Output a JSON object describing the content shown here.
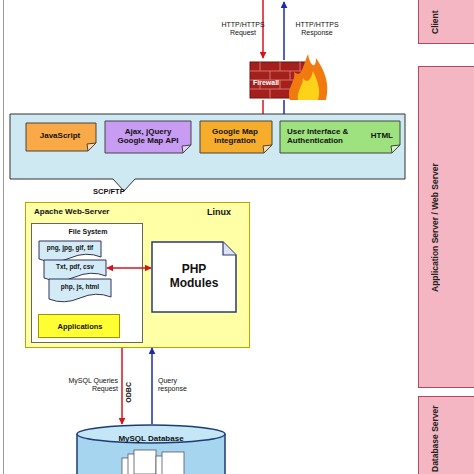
{
  "diagram": {
    "nodes": [
      {
        "text": [
          "Client"
        ]
      },
      {
        "text": [
          "Application Server / Web Server"
        ]
      },
      {
        "text": [
          "Database Server"
        ]
      },
      {
        "text": [
          "Firewall"
        ]
      },
      {
        "text": [
          "JavaScript"
        ]
      },
      {
        "text": [
          "Ajax, jQuery Google Map API"
        ]
      },
      {
        "text": [
          "Google Map integration"
        ]
      },
      {
        "text": [
          "User Interface & Authentication",
          "HTML"
        ]
      },
      {
        "text": [
          "Apache Web-Server",
          "Linux"
        ]
      },
      {
        "text": [
          "File System"
        ],
        "in": 8
      },
      {
        "text": [
          "png, jpg, gif, tif"
        ],
        "in": 9
      },
      {
        "text": [
          "Txt, pdf, csv"
        ],
        "in": 9
      },
      {
        "text": [
          "php, js, html"
        ],
        "in": 9
      },
      {
        "text": [
          "Applications"
        ],
        "in": 9
      },
      {
        "text": [
          "PHP Modules"
        ],
        "in": 8
      },
      {
        "text": [
          "MySQL Database"
        ]
      }
    ],
    "edges": [
      {
        "from": 11,
        "to": 14,
        "arrow": "both"
      },
      {
        "from": 8,
        "to": 15,
        "label": "MySQL Queries Request",
        "arrow": "to"
      },
      {
        "from": 15,
        "to": 8,
        "label": "Query response",
        "arrow": "to"
      }
    ],
    "labels": [
      "HTTP/HTTPS Request",
      "HTTP/HTTPS Response",
      "SCP/FTP",
      "ODBC"
    ]
  }
}
